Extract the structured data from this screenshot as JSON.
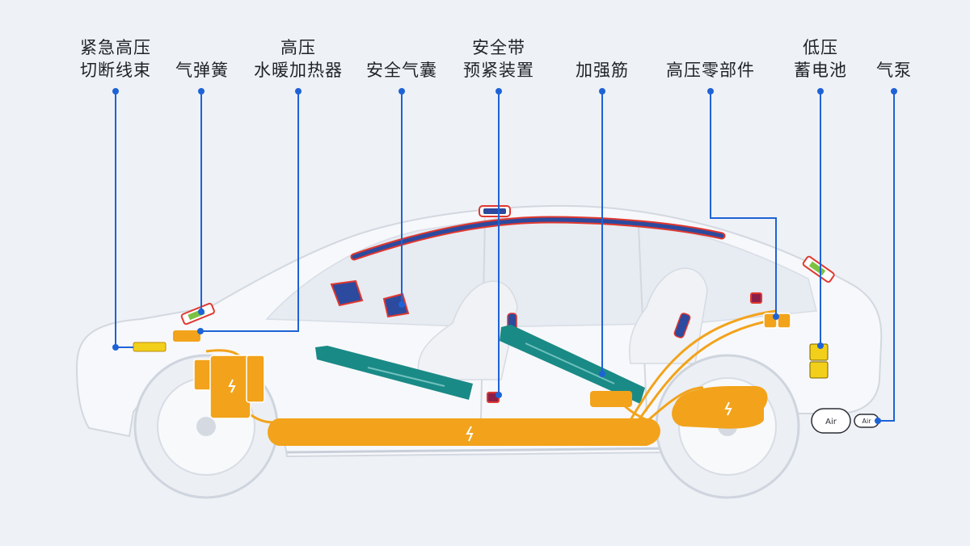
{
  "colors": {
    "background": "#eef1f6",
    "leader": "#1e63d6",
    "battery_orange": "#f2a31b",
    "battery_bolt": "#ffffff",
    "reinforcement_teal": "#1a8a86",
    "component_navy": "#2c4a9e",
    "highlight_red": "#e0382f",
    "spring_green": "#7cc242",
    "lv_battery_yellow": "#f2cf1b"
  },
  "labels": {
    "emergency_cut": [
      "紧急高压",
      "切断线束"
    ],
    "gas_spring": [
      "气弹簧"
    ],
    "hv_heater": [
      "高压",
      "水暖加热器"
    ],
    "airbag": [
      "安全气囊"
    ],
    "seatbelt": [
      "安全带",
      "预紧装置"
    ],
    "reinforcement": [
      "加强筋"
    ],
    "hv_parts": [
      "高压零部件"
    ],
    "lv_battery": [
      "低压",
      "蓄电池"
    ],
    "air_pump": [
      "气泵"
    ]
  },
  "pump_text": {
    "large": "Air",
    "small": "Air"
  }
}
